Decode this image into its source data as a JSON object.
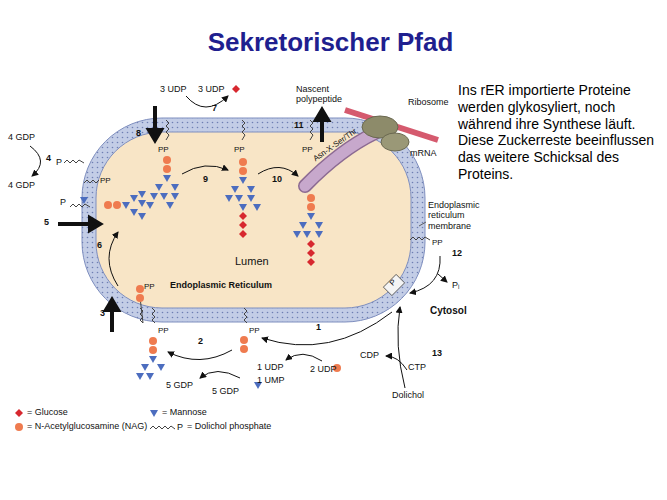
{
  "diagram": {
    "title": "Sekretorischer Pfad",
    "nodes": [
      {
        "text": [
          "Lumen",
          "Endoplasmic Reticulum"
        ]
      }
    ],
    "labels": [
      "Ins rER importierte Proteine werden glykosyliert, noch während ihre Synthese läuft. Diese Zuckerreste beeinflussen das weitere Schicksal des Proteins.",
      "3 UDP",
      "3 UDP",
      "7",
      "8",
      "4 GDP",
      "4",
      "4 GDP",
      "P",
      "5",
      "P",
      "6",
      "9",
      "10",
      "11",
      "Nascent polypeptide",
      "Ribosome",
      "mRNA",
      "Asn-X-Ser/Thr",
      "Endoplasmic reticulum membrane",
      "12",
      "Pᵢ",
      "Cytosol",
      "13",
      "CDP",
      "CTP",
      "Dolichol",
      "1",
      "2 UDP",
      "1 UDP",
      "1 UMP",
      "2",
      "5 GDP",
      "5 GDP",
      "3",
      "PP",
      "PP",
      "PP",
      "PP",
      "PP",
      "PP",
      "PP",
      "PP",
      "P",
      "P"
    ],
    "legend": [
      {
        "text": "= Glucose",
        "color": "#d7282f"
      },
      {
        "text": "= N-Acetylglucosamine (NAG)",
        "color": "#ef7b4f"
      },
      {
        "text": "= Mannose",
        "color": "#4c6dbf"
      },
      {
        "text": "= Dolichol phosphate"
      }
    ]
  }
}
